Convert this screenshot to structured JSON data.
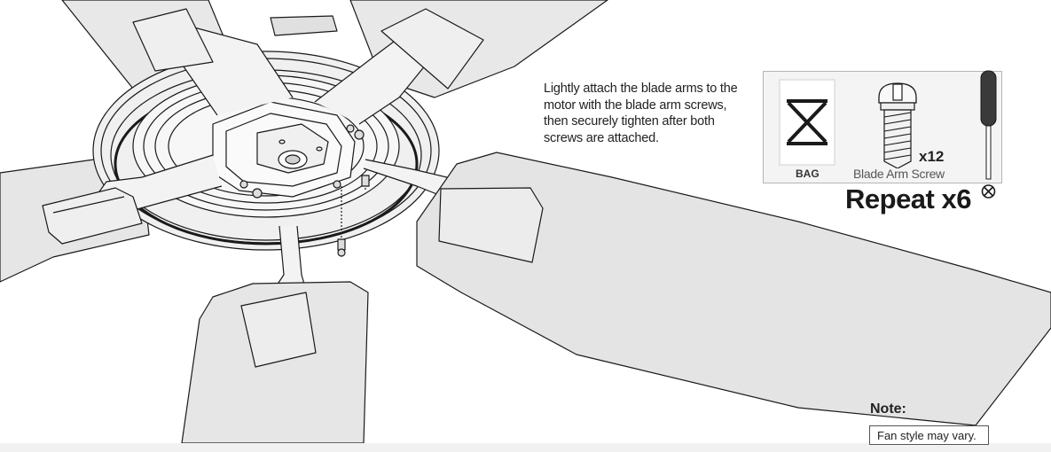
{
  "instruction": {
    "line1": "Lightly attach the blade arms to the",
    "line2": "motor with the blade arm screws,",
    "line3": "then securely tighten after both",
    "line4": "screws are attached."
  },
  "hardware": {
    "bag_label": "BAG",
    "screw_label": "Blade Arm Screw",
    "quantity": "x12",
    "repeat": "Repeat x6",
    "tool_icon": "phillips-screwdriver-icon"
  },
  "note": {
    "title": "Note:",
    "text": "Fan style may vary."
  },
  "colors": {
    "line": "#1a1a1a",
    "blade_fill": "#e4e4e4",
    "motor_fill": "#f2f2f2",
    "box_fill": "#f4f4f4"
  }
}
